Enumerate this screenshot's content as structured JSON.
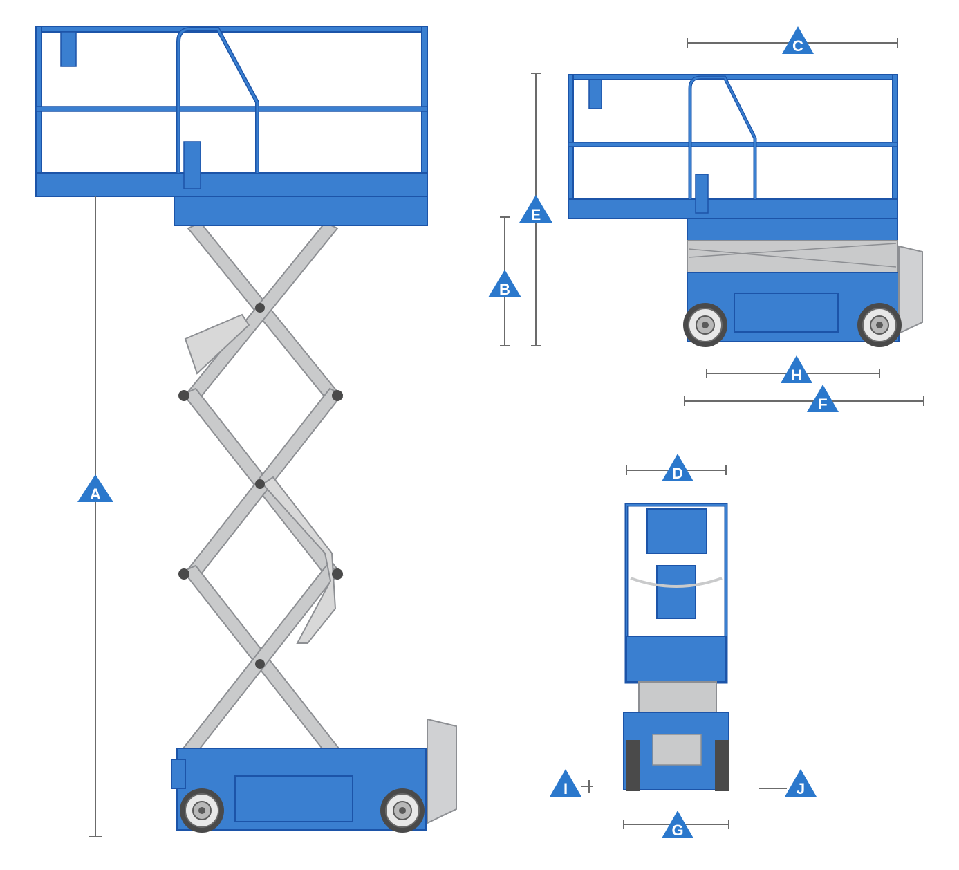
{
  "colors": {
    "machine_blue": "#3a7fd0",
    "outline_blue": "#1c54a8",
    "scissor_grey": "#c9cacb",
    "scissor_outline": "#8d8f93",
    "dimension_line": "#6b6b6b",
    "marker_blue": "#2b78cc",
    "tire": "#4a4a4a"
  },
  "views": {
    "side_extended": {
      "name": "side-view-raised",
      "markers": [
        "A"
      ]
    },
    "side_stowed": {
      "name": "side-view-stowed",
      "markers": [
        "B",
        "C",
        "E",
        "F",
        "H"
      ]
    },
    "rear": {
      "name": "rear-view",
      "markers": [
        "D",
        "G",
        "I",
        "J"
      ]
    }
  },
  "dimension_labels": {
    "A": "A",
    "B": "B",
    "C": "C",
    "D": "D",
    "E": "E",
    "F": "F",
    "G": "G",
    "H": "H",
    "I": "I",
    "J": "J"
  }
}
